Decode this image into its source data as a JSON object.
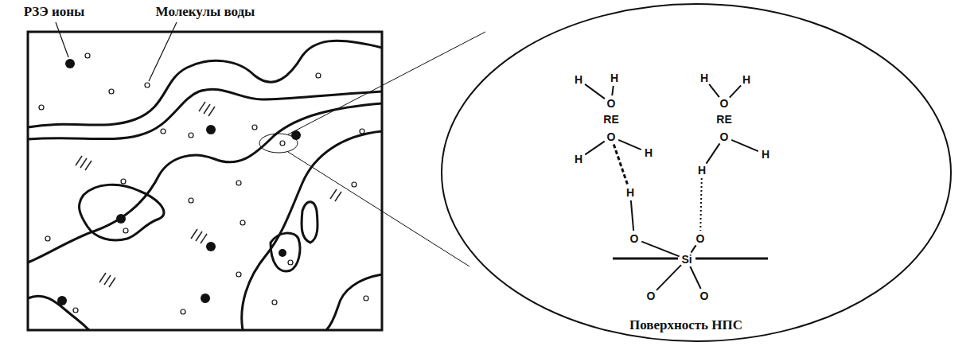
{
  "diagram": {
    "labels": [
      "РЗЭ ионы",
      "Молекулы воды",
      "H",
      "H",
      "O",
      "RE",
      "O",
      "H",
      "H",
      "H",
      "H",
      "O",
      "RE",
      "O",
      "H",
      "H",
      "H",
      "O",
      "O",
      "Si",
      "O",
      "O",
      "Поверхность НПС"
    ]
  }
}
